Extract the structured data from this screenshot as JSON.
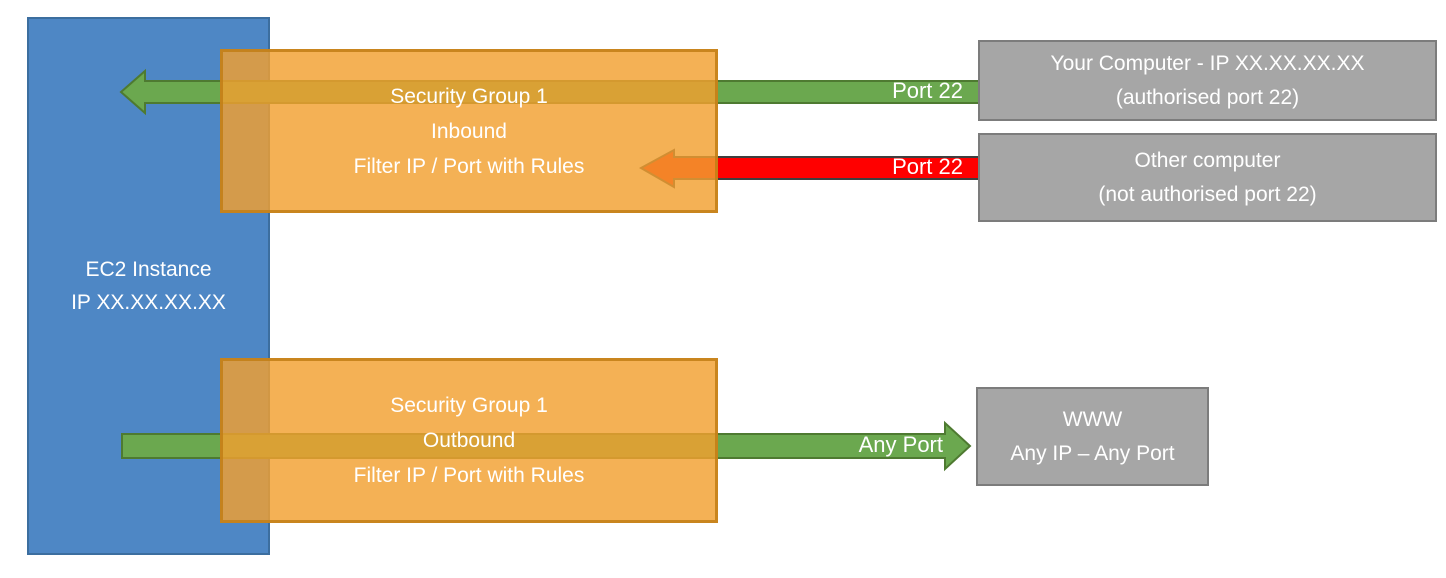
{
  "ec2": {
    "lines": [
      "EC2 Instance",
      "IP XX.XX.XX.XX"
    ]
  },
  "inbound_group": {
    "lines": [
      "Security Group 1",
      "Inbound",
      "Filter IP / Port with Rules"
    ]
  },
  "outbound_group": {
    "lines": [
      "Security Group 1",
      "Outbound",
      "Filter IP / Port with Rules"
    ]
  },
  "your_computer": {
    "lines": [
      "Your Computer - IP XX.XX.XX.XX",
      "(authorised port 22)"
    ]
  },
  "other_computer": {
    "lines": [
      "Other computer",
      "(not authorised port 22)"
    ]
  },
  "www": {
    "lines": [
      "WWW",
      "Any IP – Any Port"
    ]
  },
  "labels": {
    "inbound_allowed_port": "Port 22",
    "inbound_blocked_port": "Port 22",
    "outbound_port": "Any Port"
  },
  "colors": {
    "ec2_blue": "#4E87C5",
    "security_group_orange": "#F2A030",
    "allowed_green": "#6BA84F",
    "allowed_green_border": "#4E7A31",
    "blocked_red": "#FF0000",
    "blocked_red_border": "#3F3F3F",
    "endpoint_gray": "#A6A6A6",
    "text_white": "#FFFFFF"
  }
}
